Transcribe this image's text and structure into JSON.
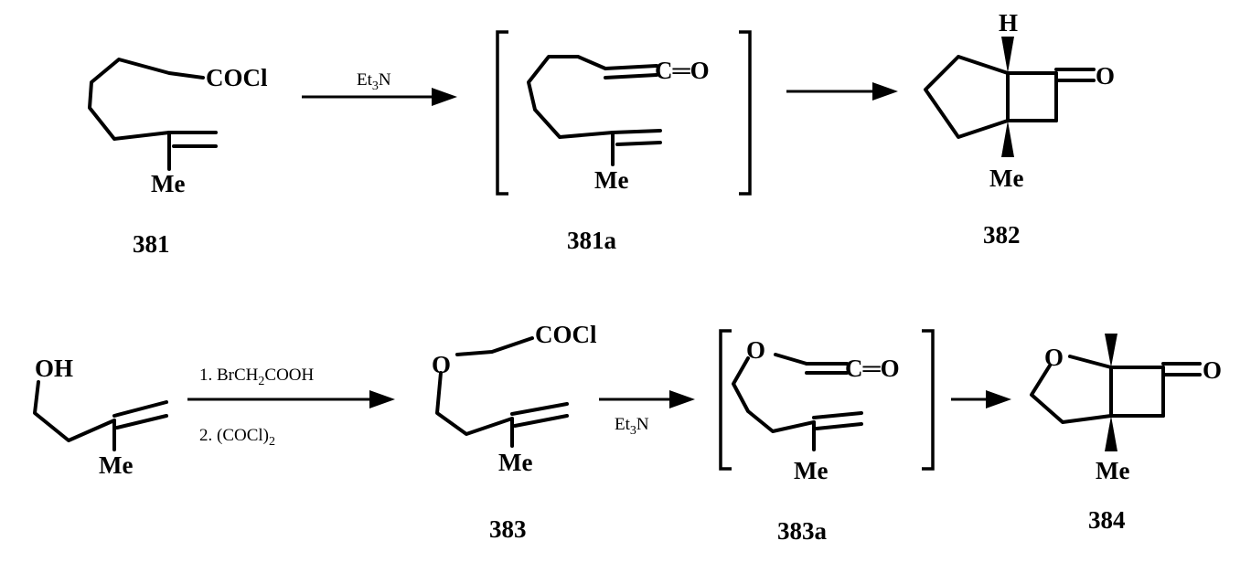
{
  "atoms": {
    "cocl": "COCl",
    "co_ketene": "C═O",
    "oxygen": "O",
    "hydrogen": "H",
    "methyl": "Me",
    "hydroxyl": "OH"
  },
  "reagents": {
    "et3n_top": {
      "a": "Et",
      "sub": "3",
      "b": "N"
    },
    "step1": {
      "a": "1. BrCH",
      "sub": "2",
      "b": "COOH"
    },
    "step2": {
      "a": "2. (COCl)",
      "sub": "2",
      "b": ""
    },
    "et3n_bottom": {
      "a": "Et",
      "sub": "3",
      "b": "N"
    }
  },
  "compounds": {
    "c381": "381",
    "c381a": "381a",
    "c382": "382",
    "c383": "383",
    "c383a": "383a",
    "c384": "384"
  }
}
